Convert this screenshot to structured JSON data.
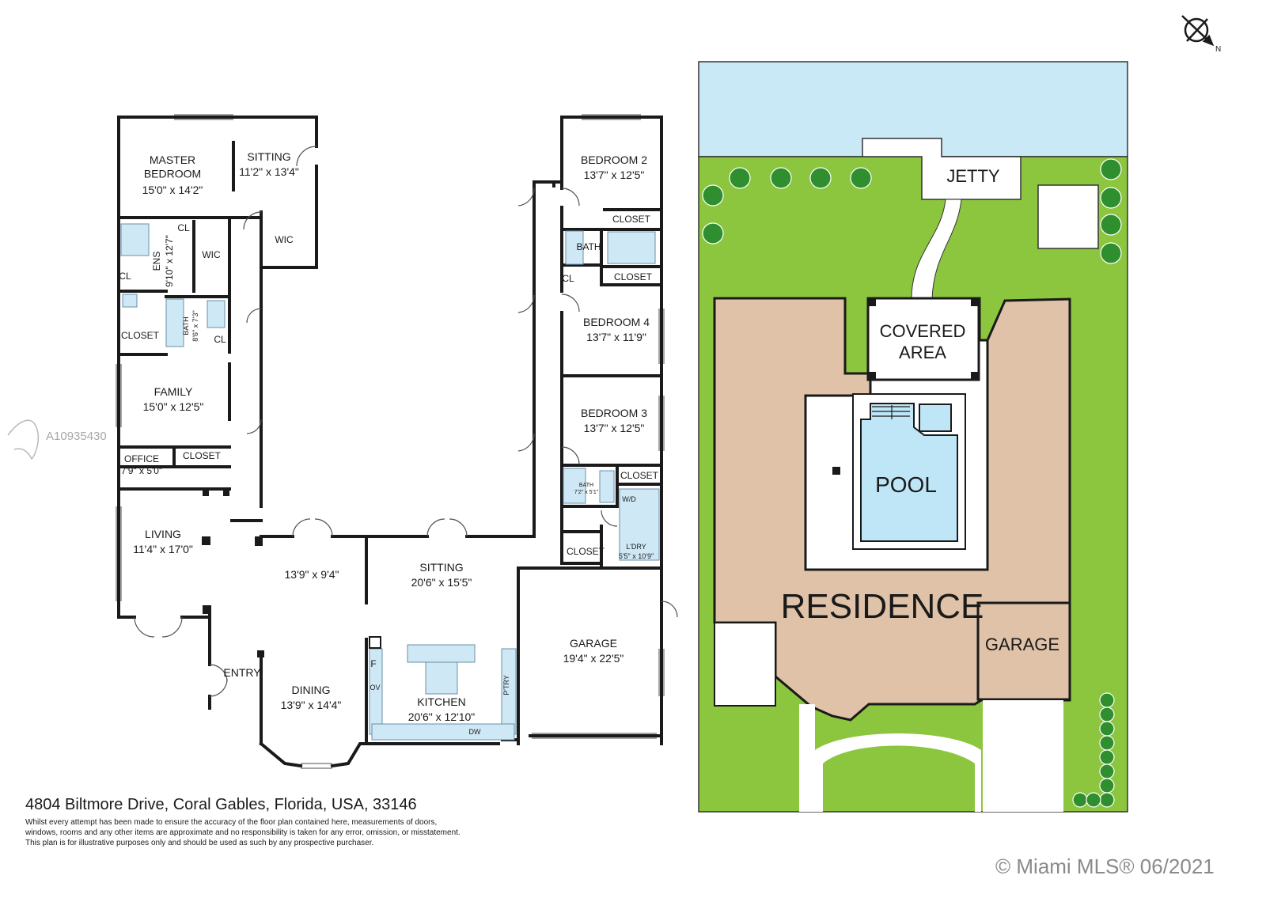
{
  "plan": {
    "rooms": {
      "master_bedroom": {
        "name": "MASTER\nBEDROOM",
        "dims": "15'0\" x 14'2\""
      },
      "sitting_master": {
        "name": "SITTING",
        "dims": "11'2\" x 13'4\""
      },
      "ens": {
        "name": "ENS",
        "dims": "9'10\" x 12'7\""
      },
      "wic_1": {
        "name": "WIC"
      },
      "wic_2": {
        "name": "WIC"
      },
      "cl_ens_a": {
        "name": "CL"
      },
      "cl_ens_b": {
        "name": "CL"
      },
      "bath_1": {
        "name": "BATH",
        "dims": "8'6\" x 7'3\""
      },
      "cl_bath1": {
        "name": "CL"
      },
      "closet_family": {
        "name": "CLOSET"
      },
      "family": {
        "name": "FAMILY",
        "dims": "15'0\" x 12'5\""
      },
      "office": {
        "name": "OFFICE",
        "dims": "7'9\" x 5'0\""
      },
      "closet_office": {
        "name": "CLOSET"
      },
      "living": {
        "name": "LIVING",
        "dims": "11'4\" x 17'0\""
      },
      "hall_dims": {
        "dims": "13'9\" x 9'4\""
      },
      "sitting_main": {
        "name": "SITTING",
        "dims": "20'6\" x 15'5\""
      },
      "entry": {
        "name": "ENTRY"
      },
      "dining": {
        "name": "DINING",
        "dims": "13'9\" x 14'4\""
      },
      "kitchen": {
        "name": "KITCHEN",
        "dims": "20'6\" x 12'10\""
      },
      "kitchen_f": {
        "name": "F"
      },
      "kitchen_ov": {
        "name": "OV"
      },
      "kitchen_pantry": {
        "name": "P'TRY"
      },
      "kitchen_dw": {
        "name": "DW"
      },
      "bedroom2": {
        "name": "BEDROOM 2",
        "dims": "13'7\" x 12'5\""
      },
      "closet_b2": {
        "name": "CLOSET"
      },
      "bath_2": {
        "name": "BATH"
      },
      "cl_bath2": {
        "name": "CL"
      },
      "closet_b4": {
        "name": "CLOSET"
      },
      "bedroom4": {
        "name": "BEDROOM 4",
        "dims": "13'7\" x 11'9\""
      },
      "bedroom3": {
        "name": "BEDROOM 3",
        "dims": "13'7\" x 12'5\""
      },
      "bath_3": {
        "name": "BATH",
        "dims": "7'2\" x 5'1\""
      },
      "closet_b3": {
        "name": "CLOSET"
      },
      "wd": {
        "name": "W/D"
      },
      "laundry": {
        "name": "L'DRY",
        "dims": "5'5\" x 10'9\""
      },
      "closet_laundry": {
        "name": "CLOSET"
      },
      "garage": {
        "name": "GARAGE",
        "dims": "19'4\" x 22'5\""
      }
    }
  },
  "site": {
    "jetty": "JETTY",
    "covered_area": "COVERED\nAREA",
    "pool": "POOL",
    "residence": "RESIDENCE",
    "garage": "GARAGE",
    "compass_label": "N"
  },
  "footer": {
    "address": "4804 Biltmore Drive, Coral Gables, Florida, USA, 33146",
    "disclaimer": [
      "Whilst every attempt has been made to ensure the accuracy of the floor plan contained here, measurements of doors,",
      "windows, rooms and any other items are approximate and no responsibility is taken for any error, omission, or misstatement.",
      "This plan is for illustrative purposes only and should be used as such by any prospective purchaser."
    ]
  },
  "watermark": "A10935430",
  "copyright": "© Miami MLS® 06/2021",
  "colors": {
    "water": "#c9e9f6",
    "lawn": "#8cc63f",
    "tree": "#2f8f2f",
    "residence": "#dfc2a8",
    "pool": "#bfe6f7",
    "fixture": "#cfe8f5",
    "wall": "#1a1a1a"
  }
}
